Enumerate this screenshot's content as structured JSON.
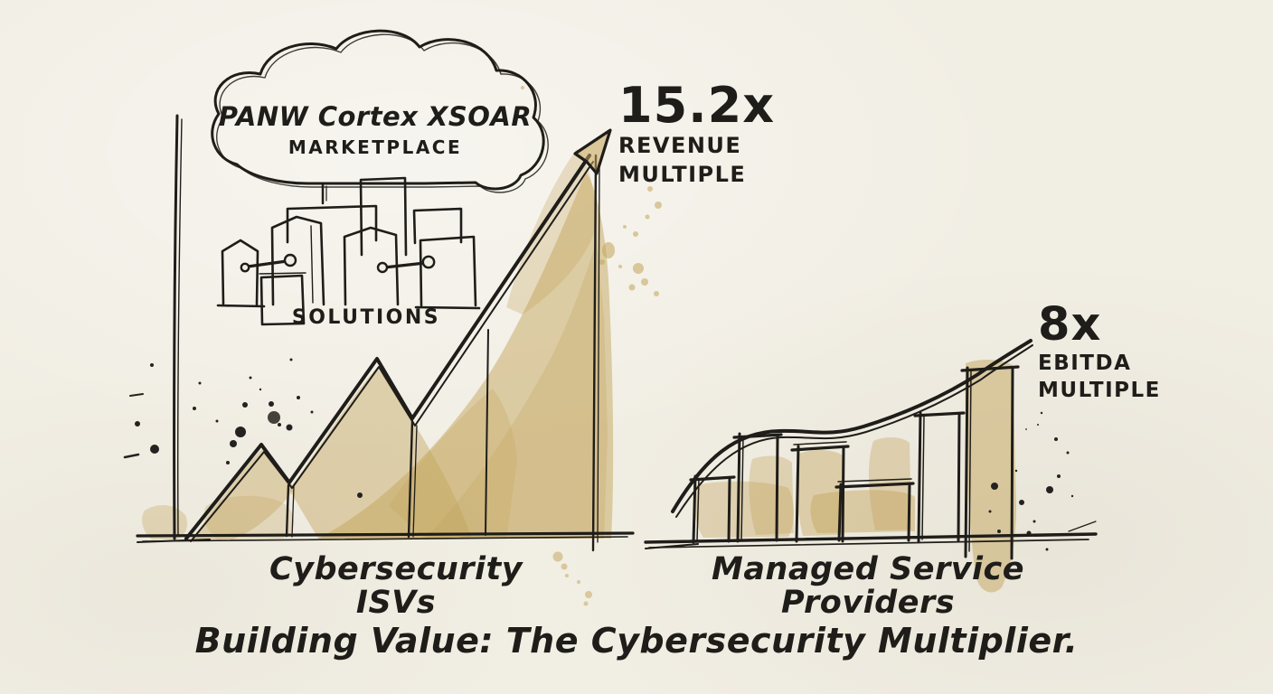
{
  "illustration": {
    "title": "Building Value: The Cybersecurity Multiplier.",
    "style": "hand-drawn whiteboard sketch with gold watercolor wash",
    "colors": {
      "paper": "#f1eee4",
      "ink": "#1f1d19",
      "watercolor": "#c2a258"
    }
  },
  "cloud": {
    "title": "PANW Cortex XSOAR",
    "subtitle": "MARKETPLACE"
  },
  "solutions": {
    "caption": "SOLUTIONS"
  },
  "left_chart": {
    "axis_label": "Cybersecurity ISVs",
    "metric": {
      "value": "15.2x",
      "line1": "REVENUE",
      "line2": "MULTIPLE"
    }
  },
  "right_chart": {
    "axis_label": "Managed Service Providers",
    "metric": {
      "value": "8x",
      "line1": "EBITDA",
      "line2": "MULTIPLE"
    }
  },
  "chart_data": [
    {
      "type": "line",
      "title": "Cybersecurity ISVs",
      "annotation": "15.2x REVENUE MULTIPLE",
      "description": "Zigzag growth line ending in an upward arrow",
      "points_relative": [
        [
          0.02,
          0.0
        ],
        [
          0.19,
          0.22
        ],
        [
          0.26,
          0.13
        ],
        [
          0.46,
          0.43
        ],
        [
          0.54,
          0.28
        ],
        [
          0.99,
          0.95
        ]
      ]
    },
    {
      "type": "bar",
      "title": "Managed Service Providers",
      "annotation": "8x EBITDA MULTIPLE",
      "description": "Sketched bars with smooth rising trend curve",
      "bar_heights_relative": [
        0.33,
        0.57,
        0.5,
        0.3,
        0.68,
        0.93
      ]
    }
  ]
}
